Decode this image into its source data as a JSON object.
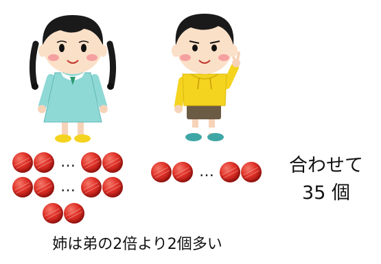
{
  "summary": {
    "line1": "合わせて",
    "line2": "35 個"
  },
  "caption": "姉は弟の2倍より2個多い",
  "dots": "…",
  "colors": {
    "ball": "#d42a20",
    "girl_dress": "#8ed8d6",
    "boy_shirt": "#f5d41f"
  },
  "illustrations": {
    "girl": "girl-illustration",
    "boy": "boy-illustration"
  }
}
